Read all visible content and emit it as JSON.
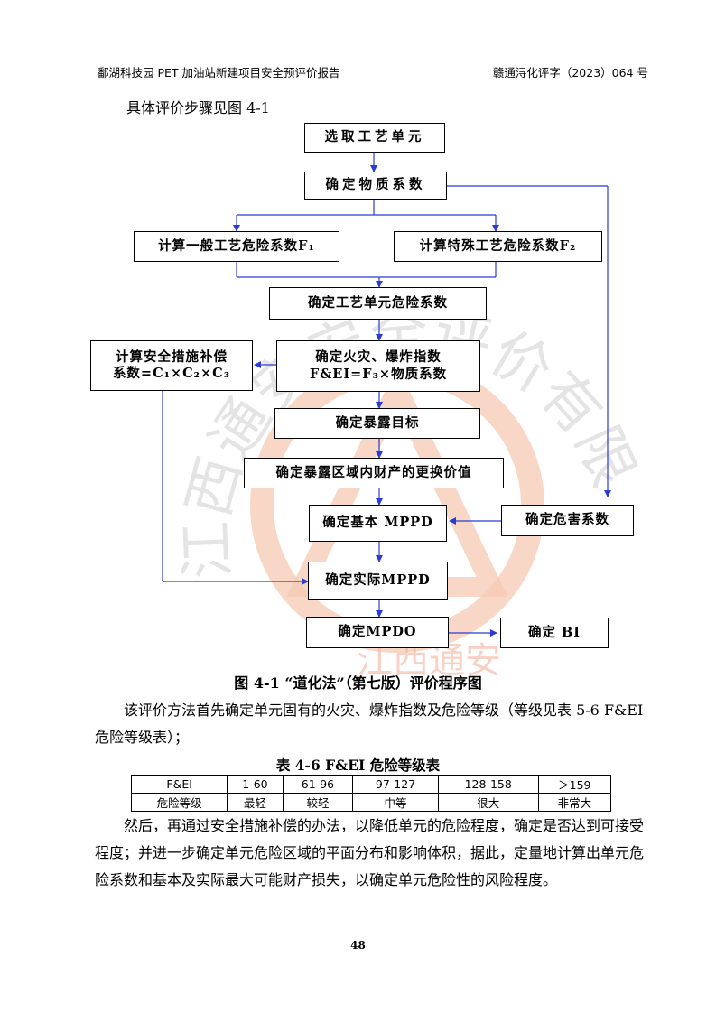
{
  "header": {
    "left": "鄱湖科技园 PET 加油站新建项目安全预评价报告",
    "right": "赣通浔化评字（2023）064 号"
  },
  "intro": "具体评价步骤见图 4-1",
  "flowchart": {
    "select_unit": "选取工艺单元",
    "material_factor": "确定物质系数",
    "general_hazard": "计算一般工艺危险系数F₁",
    "special_hazard": "计算特殊工艺危险系数F₂",
    "unit_hazard": "确定工艺单元危险系数",
    "credit_factor_line1": "计算安全措施补偿",
    "credit_factor_line2": "系数=C₁×C₂×C₃",
    "fei_line1": "确定火灾、爆炸指数",
    "fei_line2": "F&EI=F₃×物质系数",
    "exposure_target": "确定暴露目标",
    "replacement_value": "确定暴露区域内财产的更换价值",
    "damage_factor": "确定危害系数",
    "base_mppd": "确定基本 MPPD",
    "actual_mppd": "确定实际MPPD",
    "mpdo": "确定MPDO",
    "bi": "确定 BI"
  },
  "figure_caption": "图 4-1 “道化法”（第七版）评价程序图",
  "paragraph1": "该评价方法首先确定单元固有的火灾、爆炸指数及危险等级（等级见表 5-6 F&EI 危险等级表）；",
  "table_title": "表 4-6      F&EI 危险等级表",
  "grade_table": {
    "row1": [
      "F&EI",
      "1-60",
      "61-96",
      "97-127",
      "128-158",
      "＞159"
    ],
    "row2": [
      "危险等级",
      "最轻",
      "较轻",
      "中等",
      "很大",
      "非常大"
    ]
  },
  "paragraph2": "然后，再通过安全措施补偿的办法，以降低单元的危险程度，确定是否达到可接受程度；并进一步确定单元危险区域的平面分布和影响体积，据此，定量地计算出单元危险系数和基本及实际最大可能财产损失，以确定单元危险性的风险程度。",
  "page_number": "48",
  "watermark": {
    "stamp_text": "江西通安安全评价有限公司",
    "text": "江西通安",
    "stamp_color": "#f2a98e",
    "text_color": "#bfbfbf"
  }
}
